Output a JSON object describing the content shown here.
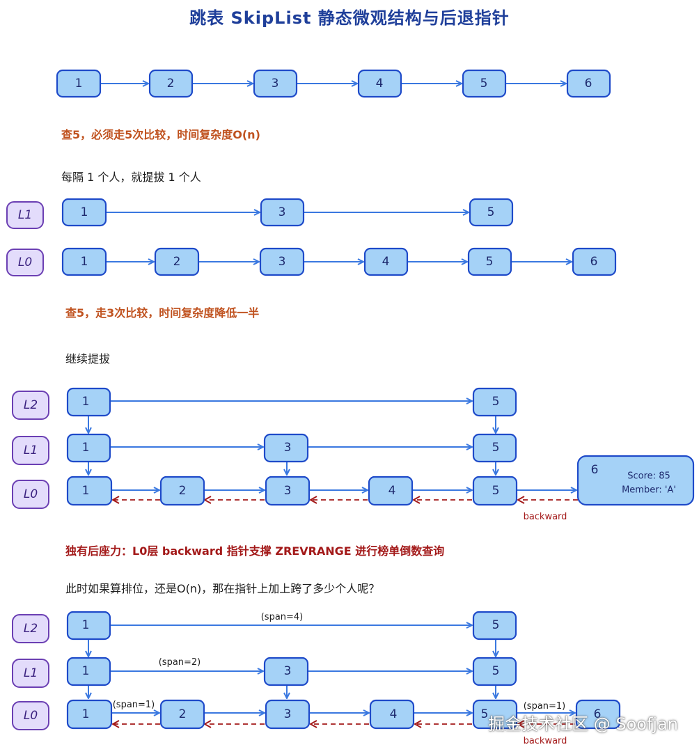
{
  "title": "跳表 SkipList 静态微观结构与后退指针",
  "captions": {
    "c1": "查5，必须走5次比较，时间复杂度O(n)",
    "c2": "每隔 1 个人，就提拔 1 个人",
    "c3": "查5，走3次比较，时间复杂度降低一半",
    "c4": "继续提拔",
    "c5": "独有后座力：L0层 backward 指针支撑 ZREVRANGE 进行榜单倒数查询",
    "c6": "此时如果算排位，还是O(n)，那在指针上加上跨了多少个人呢？"
  },
  "levels": [
    "L2",
    "L1",
    "L0"
  ],
  "nodes": [
    "1",
    "2",
    "3",
    "4",
    "5",
    "6"
  ],
  "node6_info": {
    "score": "Score: 85",
    "member": "Member: 'A'"
  },
  "labels": {
    "backward": "backward",
    "span4": "(span=4)",
    "span2": "(span=2)",
    "span1": "(span=1)"
  },
  "watermark": "掘金技术社区 @ Soofjan"
}
